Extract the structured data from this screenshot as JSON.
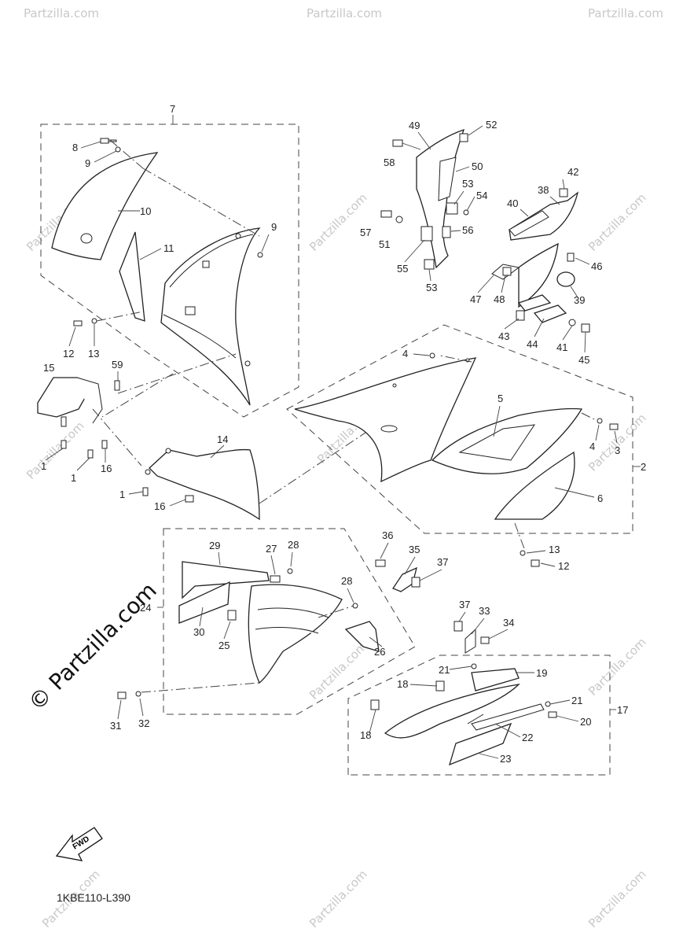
{
  "diagram_code": "1KBE110-L390",
  "fwd_label": "FWD",
  "watermark": "Partzilla.com",
  "watermark_big": "© Partzilla.com",
  "callouts": {
    "c1a": "1",
    "c1b": "1",
    "c1c": "1",
    "c2": "2",
    "c3": "3",
    "c4a": "4",
    "c4b": "4",
    "c5": "5",
    "c6": "6",
    "c7": "7",
    "c8": "8",
    "c9a": "9",
    "c9b": "9",
    "c10": "10",
    "c11": "11",
    "c12a": "12",
    "c12b": "12",
    "c13a": "13",
    "c13b": "13",
    "c14": "14",
    "c15": "15",
    "c16a": "16",
    "c16b": "16",
    "c17": "17",
    "c18a": "18",
    "c18b": "18",
    "c19": "19",
    "c20": "20",
    "c21a": "21",
    "c21b": "21",
    "c22": "22",
    "c23": "23",
    "c24": "24",
    "c25": "25",
    "c26": "26",
    "c27": "27",
    "c28a": "28",
    "c28b": "28",
    "c29": "29",
    "c30": "30",
    "c31": "31",
    "c32": "32",
    "c33": "33",
    "c34": "34",
    "c35": "35",
    "c36": "36",
    "c37a": "37",
    "c37b": "37",
    "c38": "38",
    "c39": "39",
    "c40": "40",
    "c41": "41",
    "c42": "42",
    "c43": "43",
    "c44": "44",
    "c45": "45",
    "c46": "46",
    "c47": "47",
    "c48": "48",
    "c49": "49",
    "c50": "50",
    "c51": "51",
    "c52": "52",
    "c53a": "53",
    "c53b": "53",
    "c54": "54",
    "c55": "55",
    "c56": "56",
    "c57": "57",
    "c58": "58",
    "c59": "59"
  }
}
